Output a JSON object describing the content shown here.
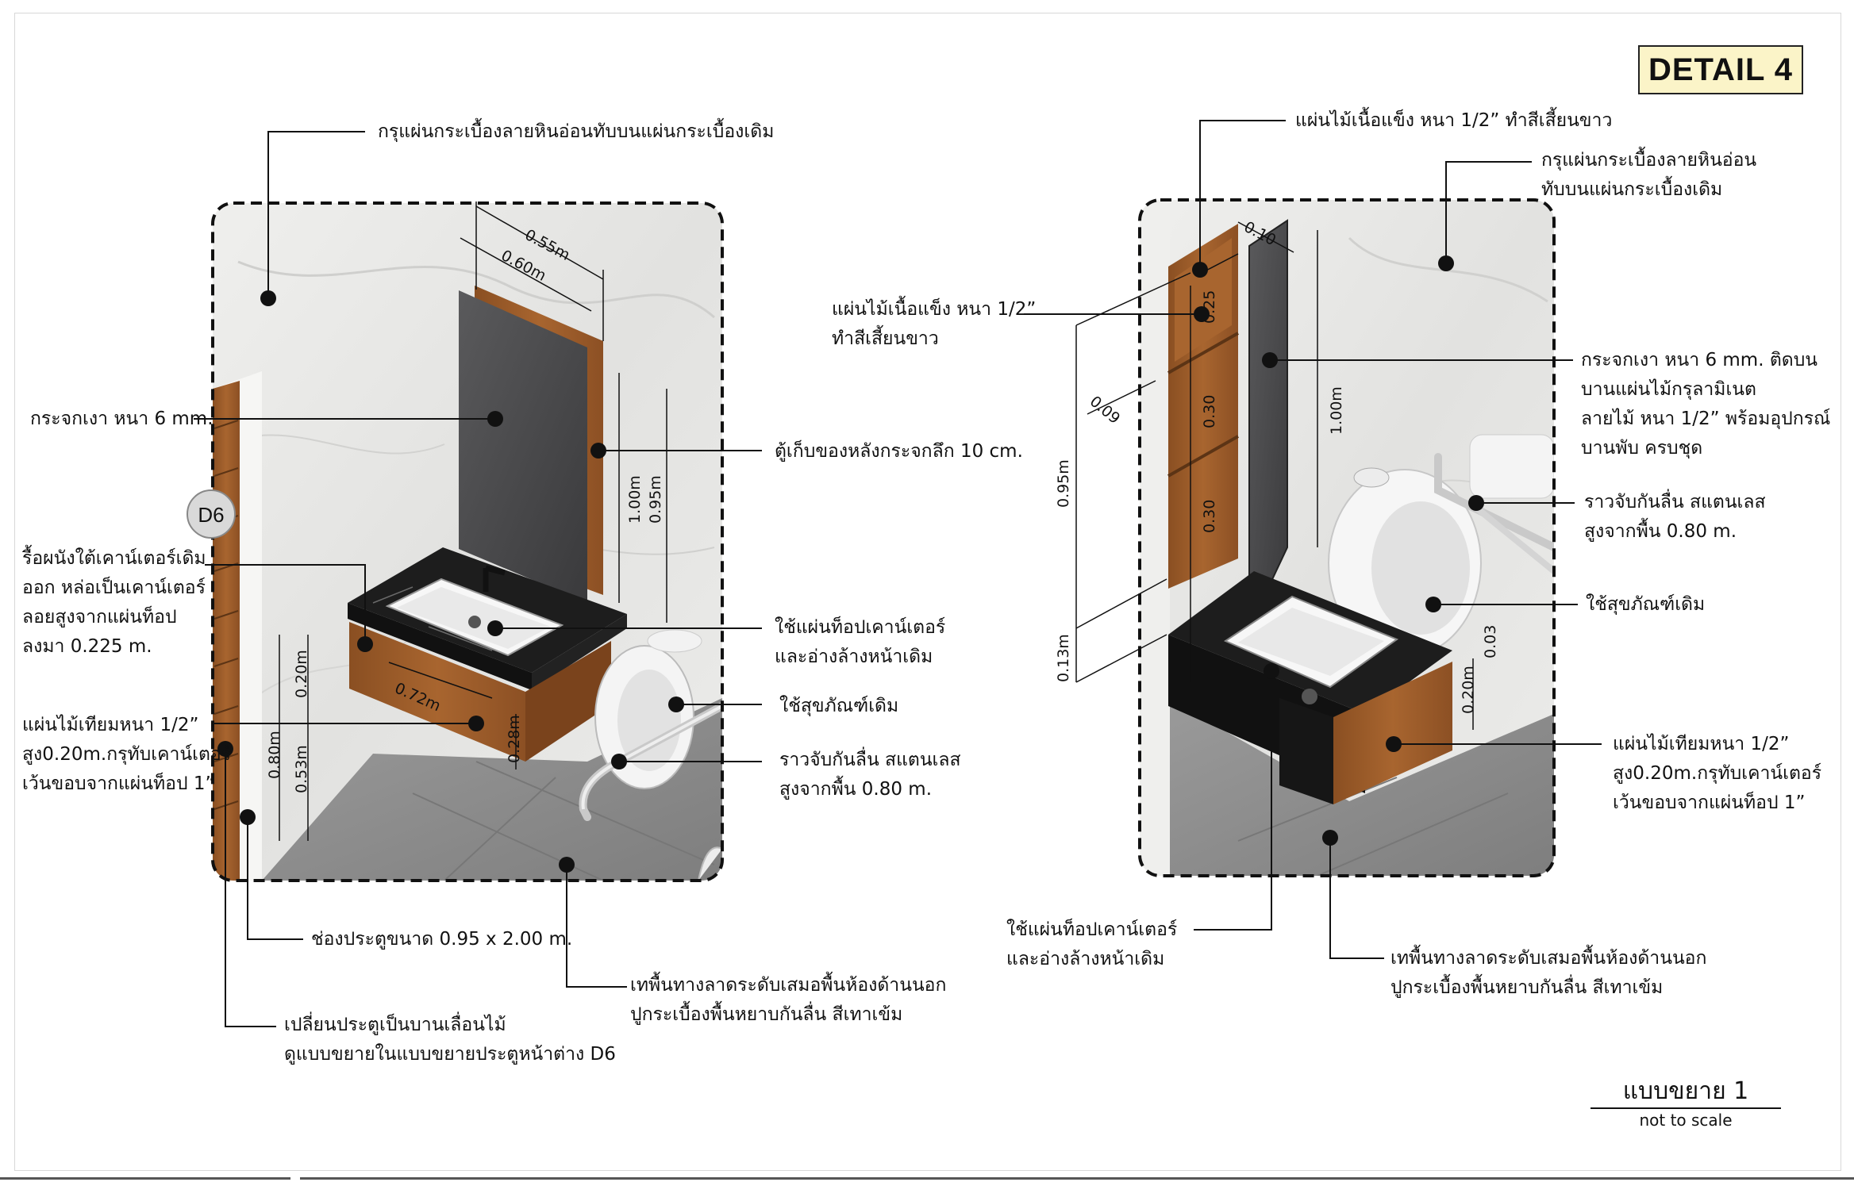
{
  "title": "DETAIL 4",
  "scale": {
    "title": "แบบขยาย 1",
    "subtitle": "not to scale"
  },
  "badge": "D6",
  "left_labels": {
    "marble_tile": "กรุแผ่นกระเบื้องลายหินอ่อนทับบนแผ่นกระเบื้องเดิม",
    "mirror": "กระจกเงา หนา 6 mm.",
    "mirror_cabinet": "ตู้เก็บของหลังกระจกลึก 10 cm.",
    "remove_wall": [
      "รื้อผนังใต้เคาน์เตอร์เดิม",
      "ออก หล่อเป็นเคาน์เตอร์",
      "ลอยสูงจากแผ่นท็อป",
      "ลงมา 0.225 m."
    ],
    "countertop": [
      "ใช้แผ่นท็อปเคาน์เตอร์",
      "และอ่างล้างหน้าเดิม"
    ],
    "veneer": [
      "แผ่นไม้เทียมหนา 1/2”",
      "สูง0.20m.กรุทับเคาน์เตอร์",
      "เว้นขอบจากแผ่นท็อป 1”"
    ],
    "sanitary": "ใช้สุขภัณฑ์เดิม",
    "grab_bar": [
      "ราวจับกันลื่น สแตนเลส",
      "สูงจากพื้น 0.80 m."
    ],
    "door_opening": "ช่องประตูขนาด 0.95 x 2.00 m.",
    "floor": [
      "เทพื้นทางลาดระดับเสมอพื้นห้องด้านนอก",
      "ปูกระเบื้องพื้นหยาบกันลื่น สีเทาเข้ม"
    ],
    "sliding_door": [
      "เปลี่ยนประตูเป็นบานเลื่อนไม้",
      "ดูแบบขยายในแบบขยายประตูหน้าต่าง D6"
    ]
  },
  "right_labels": {
    "hardwood_top": "แผ่นไม้เนื้อแข็ง หนา 1/2” ทำสีเสี้ยนขาว",
    "marble_tile": [
      "กรุแผ่นกระเบื้องลายหินอ่อน",
      "ทับบนแผ่นกระเบื้องเดิม"
    ],
    "hardwood_side": [
      "แผ่นไม้เนื้อแข็ง หนา 1/2”",
      "ทำสีเสี้ยนขาว"
    ],
    "mirror": [
      "กระจกเงา หนา 6 mm. ติดบน",
      "บานแผ่นไม้กรุลามิเนต",
      "ลายไม้ หนา 1/2” พร้อมอุปกรณ์",
      "บานพับ ครบชุด"
    ],
    "grab_bar": [
      "ราวจับกันลื่น สแตนเลส",
      "สูงจากพื้น 0.80 m."
    ],
    "sanitary": "ใช้สุขภัณฑ์เดิม",
    "veneer": [
      "แผ่นไม้เทียมหนา 1/2”",
      "สูง0.20m.กรุทับเคาน์เตอร์",
      "เว้นขอบจากแผ่นท็อป 1”"
    ],
    "countertop": [
      "ใช้แผ่นท็อปเคาน์เตอร์",
      "และอ่างล้างหน้าเดิม"
    ],
    "floor": [
      "เทพื้นทางลาดระดับเสมอพื้นห้องด้านนอก",
      "ปูกระเบื้องพื้นหยาบกันลื่น สีเทาเข้ม"
    ]
  },
  "left_dims": [
    "0.55m",
    "0.60m",
    "1.00m",
    "0.95m",
    "0.72m",
    "0.20m",
    "0.80m",
    "0.53m",
    "0.28m"
  ],
  "right_dims": [
    "0.10",
    "0.25",
    "0.30",
    "0.30",
    "1.00m",
    "0.09",
    "0.95m",
    "0.13m",
    "0.20m",
    "0.03"
  ],
  "colors": {
    "marble": "#e6e6e4",
    "floor": "#8f8f8f",
    "wood": "#9a5a2a",
    "mirror": "#4a4a4c",
    "countertop": "#1c1c1c",
    "title_bg": "#fbf4c8"
  }
}
